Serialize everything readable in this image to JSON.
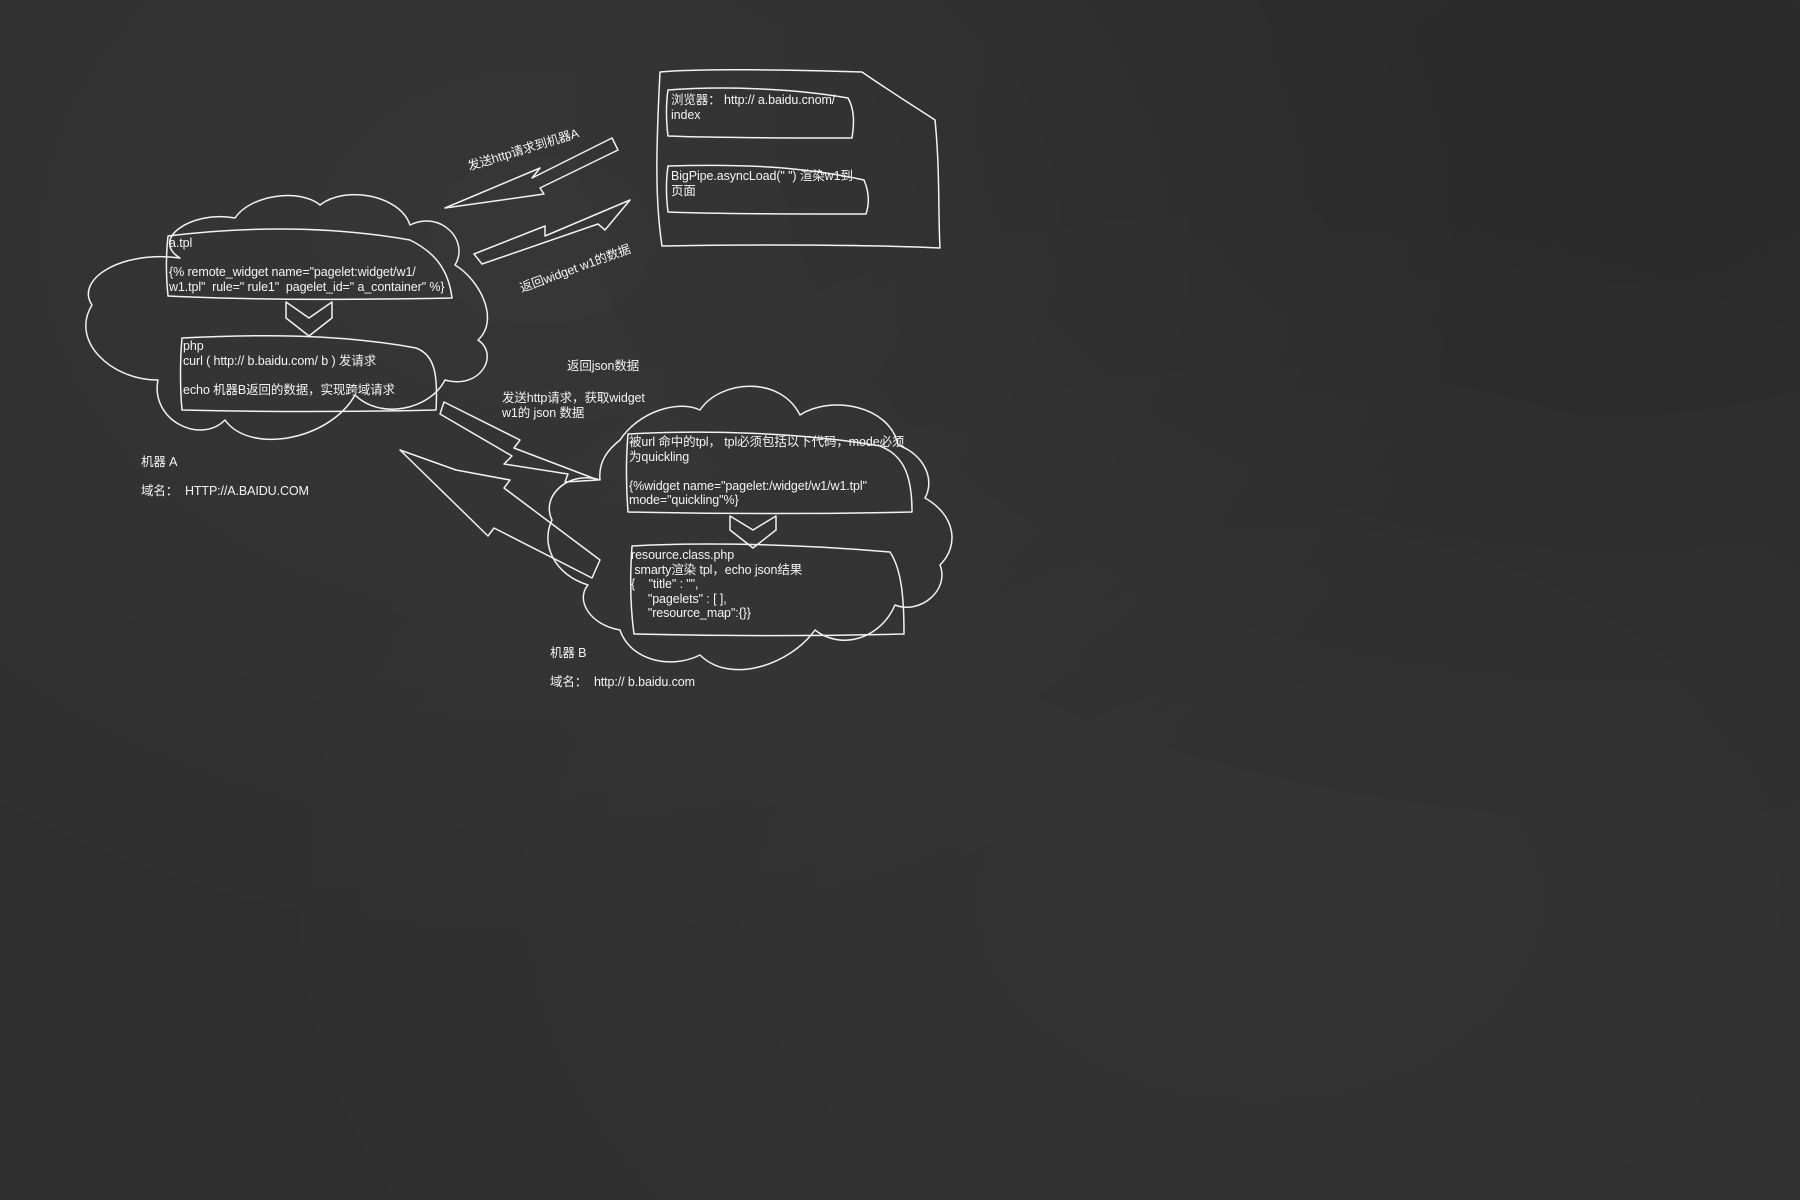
{
  "browser": {
    "url_text": "浏览器： http:// a.baidu.cnom/\nindex",
    "bigpipe_text": "BigPipe.asyncLoad(\" \") 渲染w1到\n页面"
  },
  "arrows": {
    "to_machine_a": "发送http请求到机器A",
    "return_widget": "返回widget w1的数据",
    "return_json": "返回json数据",
    "request_widget": "发送http请求，获取widget\nw1的 json 数据"
  },
  "machine_a": {
    "tpl_text": "a.tpl\n\n{% remote_widget name=\"pagelet:widget/w1/\nw1.tpl\"  rule=\" rule1\"  pagelet_id=\" a_container\" %}",
    "php_text": "php\ncurl ( http:// b.baidu.com/ b ) 发请求\n\necho 机器B返回的数据，实现跨域请求",
    "name": "机器 A",
    "domain": "域名：  HTTP://A.BAIDU.COM"
  },
  "machine_b": {
    "tpl_text": "被url 命中的tpl， tpl必须包括以下代码，mode必须\n为quickling\n\n{%widget name=\"pagelet:/widget/w1/w1.tpl\"\nmode=\"quickling\"%}",
    "resource_text": "resource.class.php\n smarty渲染 tpl，echo json结果\n{    \"title\" : \"\",\n     \"pagelets\" : [ ],\n     \"resource_map\":{}}",
    "name": "机器 B",
    "domain": "域名：  http:// b.baidu.com"
  }
}
